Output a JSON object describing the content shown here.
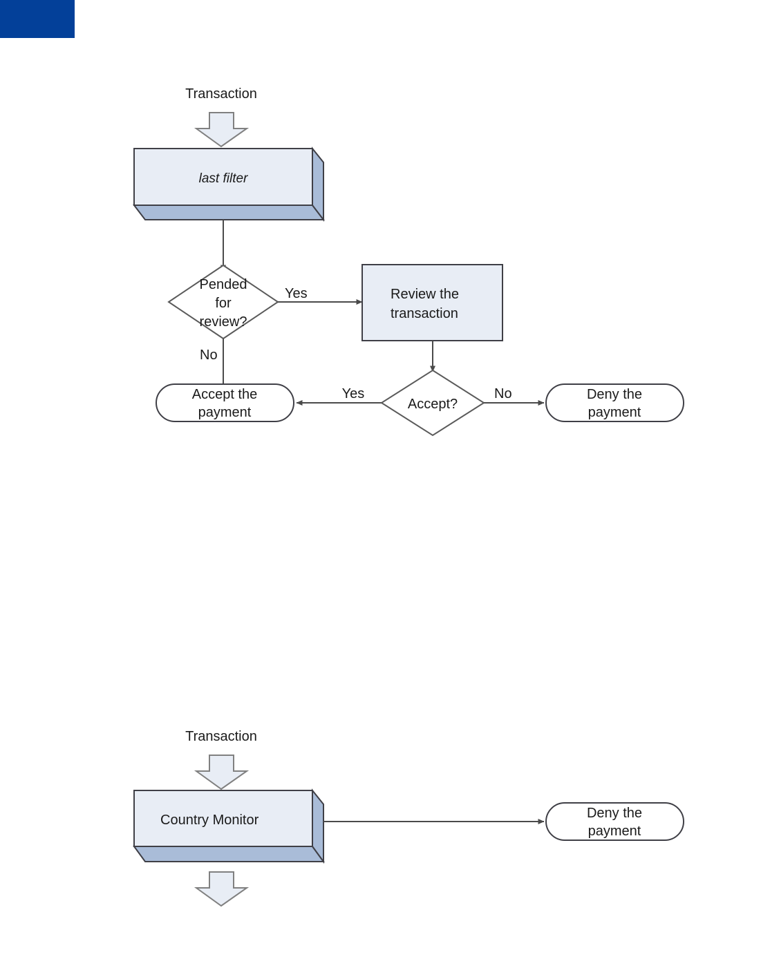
{
  "page": {
    "background_color": "#ffffff",
    "corner_mark_color": "#034099"
  },
  "palette": {
    "process_fill": "#e8edf5",
    "process_side_fill": "#a9bcd8",
    "process_stroke": "#3f3f46",
    "terminal_fill": "#ffffff",
    "terminal_stroke": "#3f3f46",
    "decision_fill": "#ffffff",
    "decision_stroke": "#5a5a5a",
    "connector_stroke": "#4a4a4a",
    "block_arrow_fill": "#e8edf5",
    "block_arrow_stroke": "#808080",
    "text_color": "#1a1a1a"
  },
  "diagrams": [
    {
      "id": "last-filter-flow",
      "input_label": "Transaction",
      "process": {
        "label": "last filter",
        "style": "3d-box-italic"
      },
      "decision_pended": {
        "label_lines": [
          "Pended",
          "for",
          "review?"
        ],
        "yes_label": "Yes",
        "no_label": "No"
      },
      "review_step": {
        "label_lines": [
          "Review the",
          "transaction"
        ]
      },
      "decision_accept": {
        "label": "Accept?",
        "yes_label": "Yes",
        "no_label": "No"
      },
      "terminal_accept": {
        "label_lines": [
          "Accept the",
          "payment"
        ]
      },
      "terminal_deny": {
        "label_lines": [
          "Deny the",
          "payment"
        ]
      }
    },
    {
      "id": "country-monitor-flow",
      "input_label": "Transaction",
      "process": {
        "label": "Country Monitor",
        "style": "3d-box"
      },
      "terminal_deny": {
        "label_lines": [
          "Deny the",
          "payment"
        ]
      },
      "has_output_arrow": true
    }
  ]
}
